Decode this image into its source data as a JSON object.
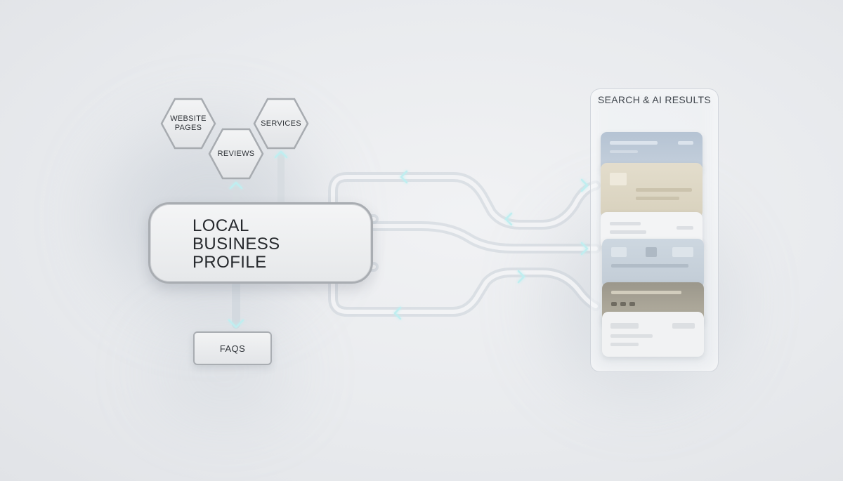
{
  "diagram": {
    "hexagons": [
      {
        "id": "website-pages",
        "label": "WEBSITE\nPAGES"
      },
      {
        "id": "reviews",
        "label": "REVIEWS"
      },
      {
        "id": "services",
        "label": "SERVICES"
      }
    ],
    "main_node": {
      "label": "LOCAL\nBUSINESS\nPROFILE"
    },
    "faqs_node": {
      "label": "FAQS"
    },
    "results_panel": {
      "title": "SEARCH & AI RESULTS"
    }
  },
  "colors": {
    "background": "#eceef1",
    "node_border": "#a9adb2",
    "pipe": "#d2d7dd",
    "arrow_glow": "#c8f0f2",
    "card_blue": "#b9c7d7",
    "card_tan": "#ddd6c3",
    "card_dark_tan": "#9e9a8b",
    "card_white": "#f4f5f6"
  }
}
